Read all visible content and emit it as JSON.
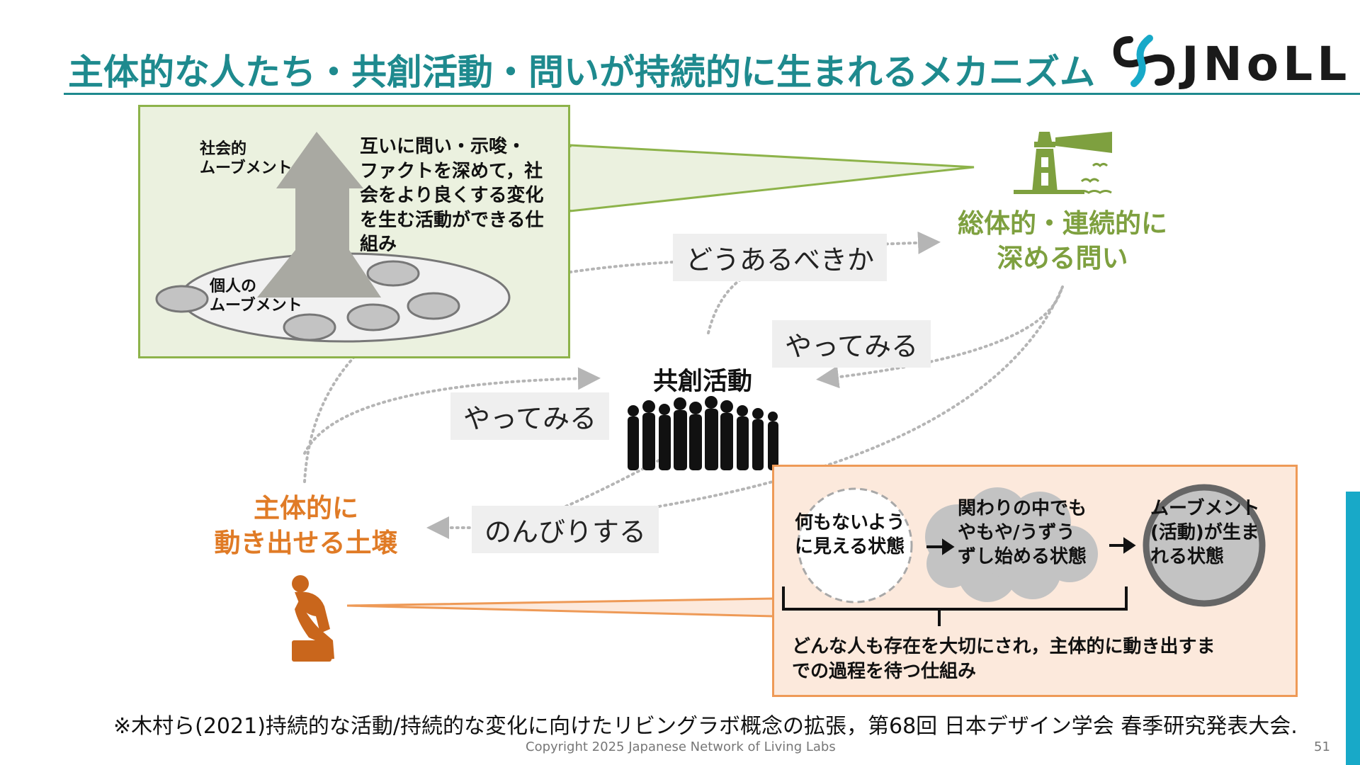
{
  "title": "主体的な人たち・共創活動・問いが持続的に生まれるメカニズム",
  "logo": {
    "text": "JNoLL"
  },
  "green_box": {
    "label_social": [
      "社会的",
      "ムーブメント"
    ],
    "label_individual": [
      "個人の",
      "ムーブメント"
    ],
    "description": [
      "互いに問い・示唆・",
      "ファクトを深めて，社",
      "会をより良くする変化",
      "を生む活動ができる仕",
      "組み"
    ]
  },
  "questions": {
    "heading": [
      "総体的・連続的に",
      "深める問い"
    ]
  },
  "co_creation": {
    "heading": "共創活動"
  },
  "soil": {
    "heading": [
      "主体的に",
      "動き出せる土壌"
    ]
  },
  "arrow_labels": {
    "how_should": "どうあるべきか",
    "try_right": "やってみる",
    "try_left": "やってみる",
    "relax": "のんびりする"
  },
  "orange_box": {
    "state1": [
      "何もないよう",
      "に見える状態"
    ],
    "state2": [
      "関わりの中でも",
      "やもや/うずう",
      "ずし始める状態"
    ],
    "state3": [
      "ムーブメント",
      "(活動)が生ま",
      "れる状態"
    ],
    "description": [
      "どんな人も存在を大切にされ，主体的に動き出すま",
      "での過程を待つ仕組み"
    ]
  },
  "footnote": "※木村ら(2021)持続的な活動/持続的な変化に向けたリビングラボ概念の拡張，第68回 日本デザイン学会 春季研究発表大会.",
  "copyright": "Copyright 2025  Japanese Network of Living Labs",
  "page_number": "51",
  "colors": {
    "teal": "#1e8a8e",
    "green": "#7ea03f",
    "orange": "#e07b26",
    "accent_blue": "#18a9c8"
  }
}
